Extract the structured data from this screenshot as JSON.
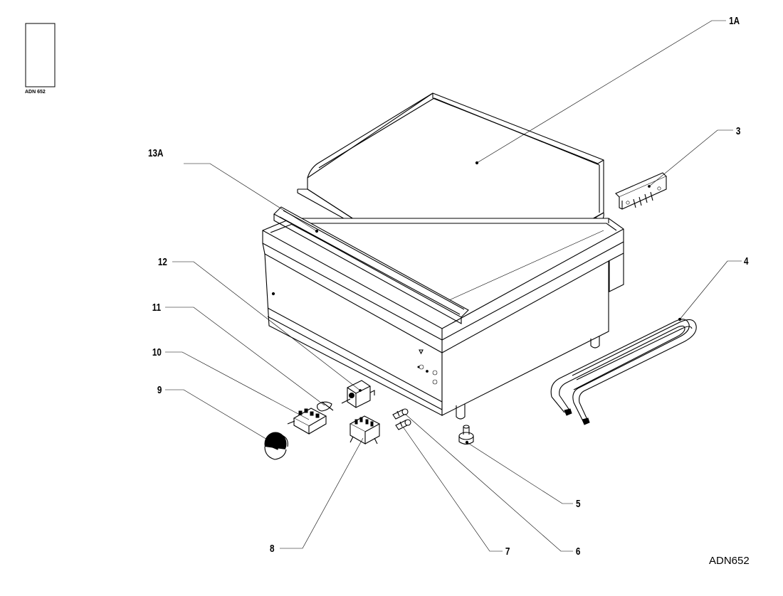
{
  "thumbnail": {
    "code": "ADN 652"
  },
  "drawing_code": "ADN652",
  "callouts": {
    "c1A": "1A",
    "c3": "3",
    "c13A": "13A",
    "c12": "12",
    "c4": "4",
    "c11": "11",
    "c10": "10",
    "c9": "9",
    "c5": "5",
    "c8": "8",
    "c7": "7",
    "c6": "6"
  }
}
